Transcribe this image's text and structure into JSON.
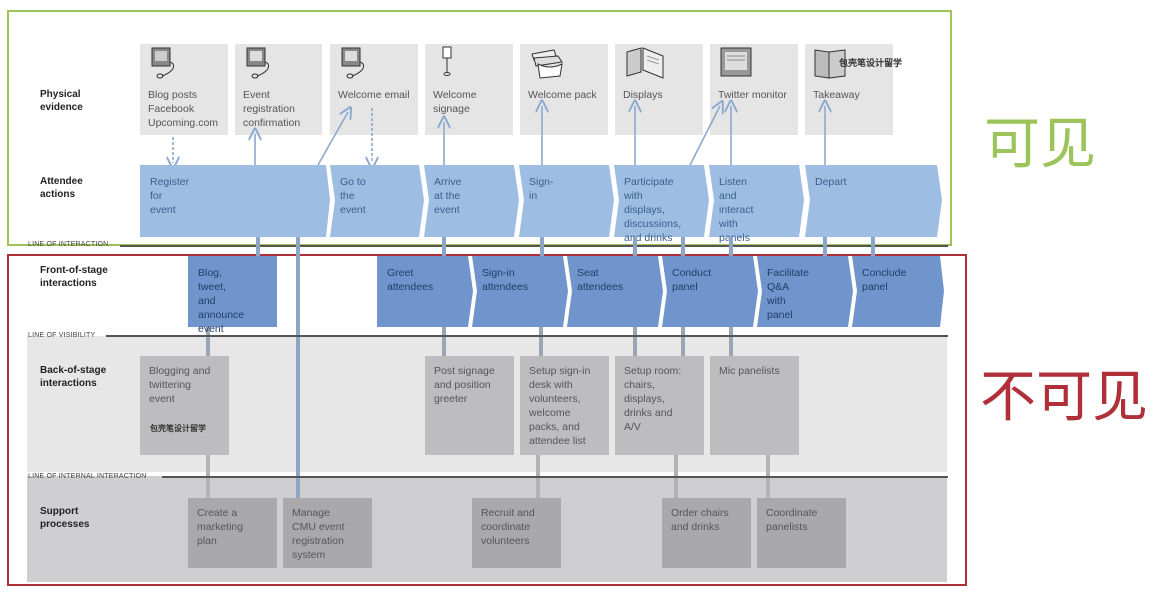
{
  "rows": {
    "physical_evidence": "Physical\nevidence",
    "attendee_actions": "Attendee\nactions",
    "front_of_stage": "Front-of-stage\ninteractions",
    "back_of_stage": "Back-of-stage\ninteractions",
    "support_processes": "Support\nprocesses"
  },
  "lines": {
    "interaction": "LINE OF INTERACTION",
    "visibility": "LINE OF VISIBILITY",
    "internal_interaction": "LINE OF INTERNAL INTERACTION"
  },
  "physical_evidence": [
    {
      "label": "Blog posts\nFacebook\nUpcoming.com",
      "icon": "computer-monitor-icon"
    },
    {
      "label": "Event\nregistration\nconfirmation",
      "icon": "computer-monitor-icon"
    },
    {
      "label": "Welcome email",
      "icon": "computer-monitor-icon"
    },
    {
      "label": "Welcome\nsignage",
      "icon": "signage-stand-icon"
    },
    {
      "label": "Welcome pack",
      "icon": "envelope-pack-icon"
    },
    {
      "label": "Displays",
      "icon": "display-panels-icon"
    },
    {
      "label": "Twitter monitor",
      "icon": "monitor-screen-icon"
    },
    {
      "label": "Takeaway",
      "icon": "brochure-icon"
    }
  ],
  "attendee_actions": [
    {
      "label": "Register for\nevent"
    },
    {
      "label": "Go to the event"
    },
    {
      "label": "Arrive at the\nevent"
    },
    {
      "label": "Sign-in"
    },
    {
      "label": "Participate\nwith displays,\ndiscussions,\nand drinks"
    },
    {
      "label": "Listen and\ninteract with\npanels"
    },
    {
      "label": "Depart"
    }
  ],
  "front_of_stage": [
    {
      "label": "Blog, tweet,\nand announce\nevent"
    },
    {
      "label": "Greet\nattendees"
    },
    {
      "label": "Sign-in\nattendees"
    },
    {
      "label": "Seat\nattendees"
    },
    {
      "label": "Conduct\npanel"
    },
    {
      "label": "Facilitate\nQ&A with\npanel"
    },
    {
      "label": "Conclude\npanel"
    }
  ],
  "back_of_stage": [
    {
      "label": "Blogging and\ntwittering\nevent"
    },
    {
      "label": "Post signage\nand position\ngreeter"
    },
    {
      "label": "Setup sign-in\ndesk with\nvolunteers,\nwelcome\npacks, and\nattendee list"
    },
    {
      "label": "Setup room:\nchairs,\ndisplays,\ndrinks and\nA/V"
    },
    {
      "label": "Mic panelists"
    }
  ],
  "support_processes": [
    {
      "label": "Create a\nmarketing\nplan"
    },
    {
      "label": "Manage\nCMU event\nregistration\nsystem"
    },
    {
      "label": "Recruit and\ncoordinate\nvolunteers"
    },
    {
      "label": "Order chairs\nand drinks"
    },
    {
      "label": "Coordinate\npanelists"
    }
  ],
  "annotations": {
    "visible": "可见",
    "invisible": "不可见"
  },
  "watermark": "包壳笔设计留学",
  "colors": {
    "visible_frame": "#9cc45a",
    "invisible_frame": "#b0303a",
    "action_blue": "#9dbde2",
    "front_blue": "#6f95cc",
    "evidence_gray": "#e5e5e6",
    "back_gray": "#bdbdbf",
    "support_gray": "#a9a9ab"
  }
}
